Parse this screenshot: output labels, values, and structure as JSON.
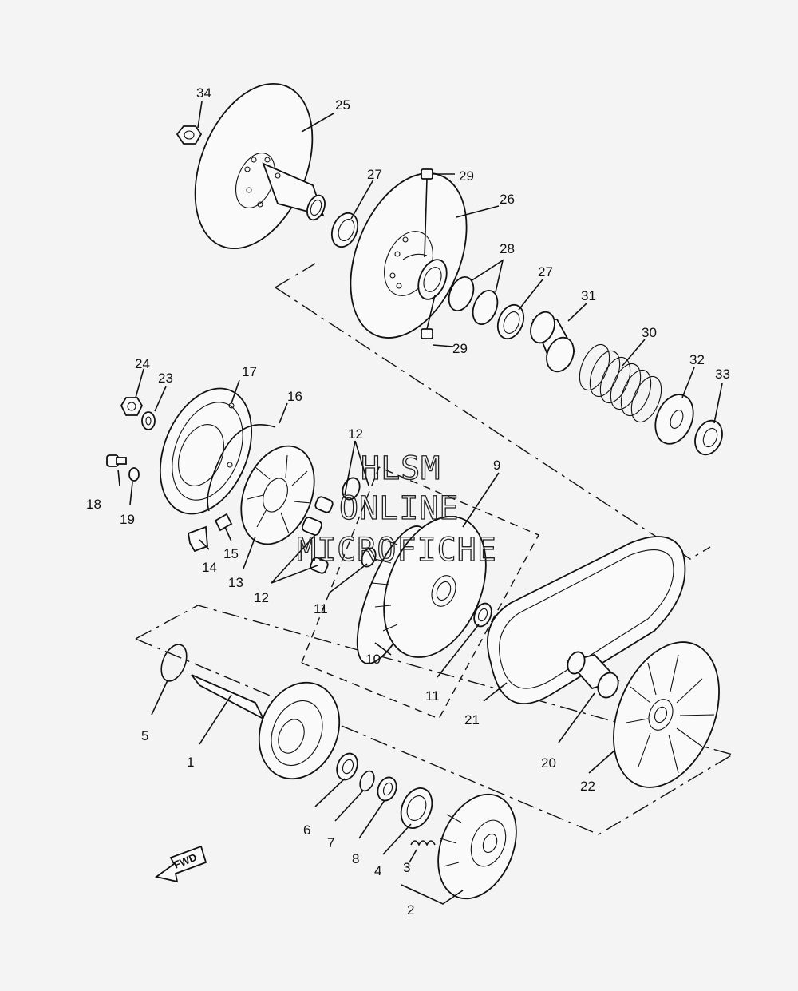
{
  "labels": {
    "p1": "1",
    "p2": "2",
    "p3": "3",
    "p4": "4",
    "p5": "5",
    "p6": "6",
    "p7": "7",
    "p8": "8",
    "p9": "9",
    "p10": "10",
    "p11a": "11",
    "p11b": "11",
    "p12a": "12",
    "p12b": "12",
    "p13": "13",
    "p14": "14",
    "p15": "15",
    "p16": "16",
    "p17": "17",
    "p18": "18",
    "p19": "19",
    "p20": "20",
    "p21": "21",
    "p22": "22",
    "p23": "23",
    "p24": "24",
    "p25": "25",
    "p26": "26",
    "p27a": "27",
    "p27b": "27",
    "p28": "28",
    "p29a": "29",
    "p29b": "29",
    "p30": "30",
    "p31": "31",
    "p32": "32",
    "p33": "33",
    "p34": "34"
  },
  "watermark": {
    "line1": "HLSM",
    "line2": "ONLINE",
    "line3": "MICROFICHE"
  },
  "fwd_label": "FWD"
}
